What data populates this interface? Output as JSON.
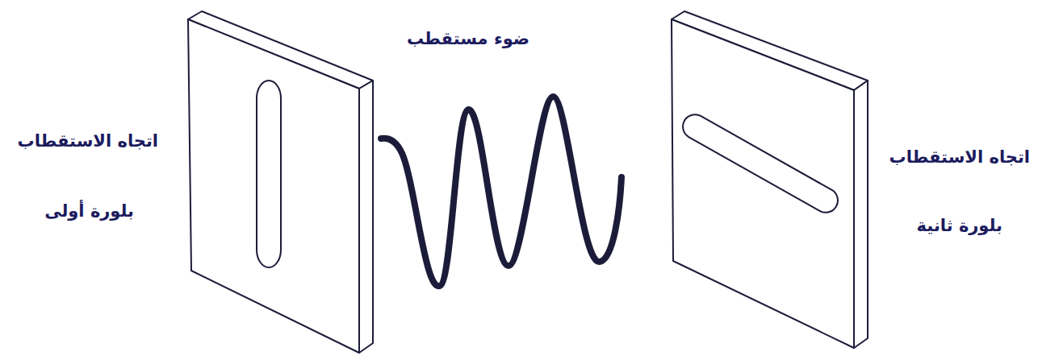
{
  "diagram": {
    "labels": [
      "ضوء مستقطب",
      "اتجاه الاستقطاب",
      "بلورة أولى",
      "اتجاه الاستقطاب",
      "بلورة ثانية"
    ]
  }
}
